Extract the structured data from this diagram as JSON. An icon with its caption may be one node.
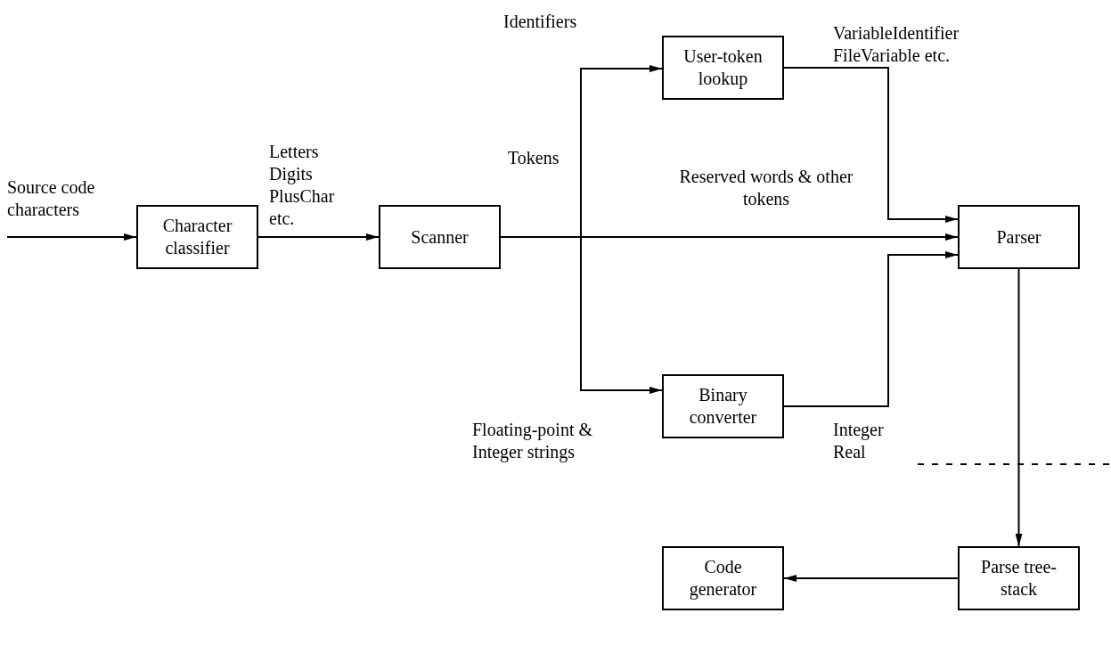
{
  "diagram": {
    "nodes": [
      {
        "text": [
          "Character classifier"
        ]
      },
      {
        "text": [
          "Scanner"
        ]
      },
      {
        "text": [
          "User-token lookup"
        ]
      },
      {
        "text": [
          "Parser"
        ]
      },
      {
        "text": [
          "Binary converter"
        ]
      },
      {
        "text": [
          "Parse tree-stack"
        ]
      },
      {
        "text": [
          "Code generator"
        ]
      }
    ],
    "edges": [
      {
        "from": null,
        "to": 0,
        "arrow": "to",
        "label": "Source code characters"
      },
      {
        "from": 0,
        "to": 1,
        "arrow": "to",
        "label": "Letters Digits PlusChar etc."
      },
      {
        "from": 1,
        "to": 2,
        "arrow": "to",
        "label": "Identifiers"
      },
      {
        "from": 1,
        "to": 3,
        "arrow": "to",
        "label": "Reserved words & other tokens"
      },
      {
        "from": 1,
        "to": 4,
        "arrow": "to",
        "label": "Floating-point & Integer strings"
      },
      {
        "from": 2,
        "to": 3,
        "arrow": "to",
        "label": "VariableIdentifier FileVariable etc."
      },
      {
        "from": 4,
        "to": 3,
        "arrow": "to",
        "label": "Integer Real"
      },
      {
        "from": 3,
        "to": 5,
        "arrow": "to"
      },
      {
        "from": 5,
        "to": 6,
        "arrow": "to"
      }
    ],
    "labels": [
      "Tokens"
    ]
  }
}
